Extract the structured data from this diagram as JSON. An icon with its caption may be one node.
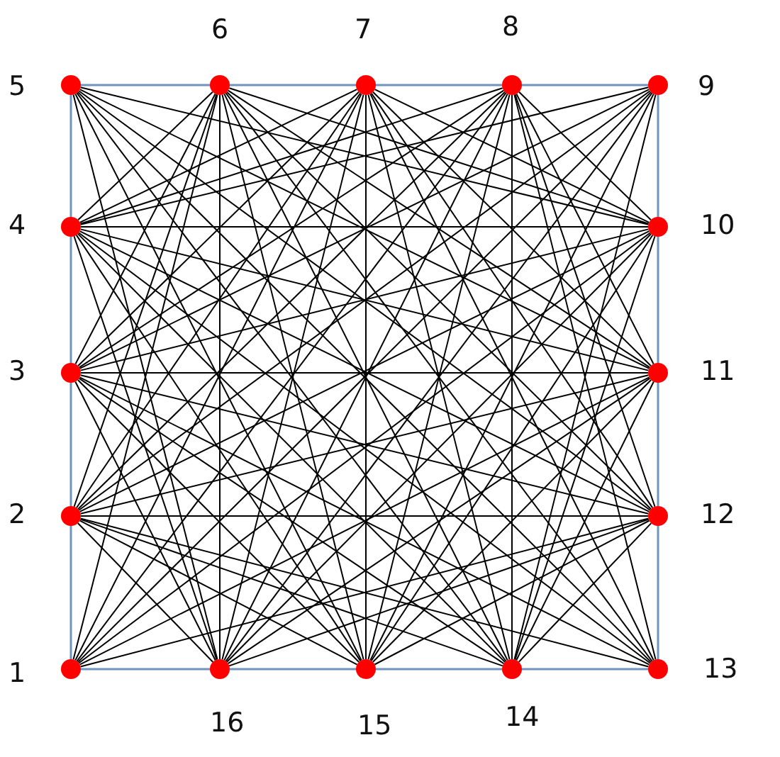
{
  "diagram": {
    "nodes": [
      {
        "text": [
          "1"
        ]
      },
      {
        "text": [
          "2"
        ]
      },
      {
        "text": [
          "3"
        ]
      },
      {
        "text": [
          "4"
        ]
      },
      {
        "text": [
          "5"
        ]
      },
      {
        "text": [
          "6"
        ]
      },
      {
        "text": [
          "7"
        ]
      },
      {
        "text": [
          "8"
        ]
      },
      {
        "text": [
          "9"
        ]
      },
      {
        "text": [
          "10"
        ]
      },
      {
        "text": [
          "11"
        ]
      },
      {
        "text": [
          "12"
        ]
      },
      {
        "text": [
          "13"
        ]
      },
      {
        "text": [
          "14"
        ]
      },
      {
        "text": [
          "15"
        ]
      },
      {
        "text": [
          "16"
        ]
      }
    ],
    "edges": [
      {
        "from": 0,
        "to": 5,
        "arrow": "none"
      },
      {
        "from": 0,
        "to": 6,
        "arrow": "none"
      },
      {
        "from": 0,
        "to": 7,
        "arrow": "none"
      },
      {
        "from": 0,
        "to": 8,
        "arrow": "none"
      },
      {
        "from": 0,
        "to": 9,
        "arrow": "none"
      },
      {
        "from": 0,
        "to": 10,
        "arrow": "none"
      },
      {
        "from": 0,
        "to": 11,
        "arrow": "none"
      },
      {
        "from": 1,
        "to": 5,
        "arrow": "none"
      },
      {
        "from": 1,
        "to": 6,
        "arrow": "none"
      },
      {
        "from": 1,
        "to": 7,
        "arrow": "none"
      },
      {
        "from": 1,
        "to": 8,
        "arrow": "none"
      },
      {
        "from": 1,
        "to": 9,
        "arrow": "none"
      },
      {
        "from": 1,
        "to": 10,
        "arrow": "none"
      },
      {
        "from": 1,
        "to": 11,
        "arrow": "none"
      },
      {
        "from": 1,
        "to": 12,
        "arrow": "none"
      },
      {
        "from": 1,
        "to": 13,
        "arrow": "none"
      },
      {
        "from": 1,
        "to": 14,
        "arrow": "none"
      },
      {
        "from": 1,
        "to": 15,
        "arrow": "none"
      },
      {
        "from": 2,
        "to": 5,
        "arrow": "none"
      },
      {
        "from": 2,
        "to": 6,
        "arrow": "none"
      },
      {
        "from": 2,
        "to": 7,
        "arrow": "none"
      },
      {
        "from": 2,
        "to": 8,
        "arrow": "none"
      },
      {
        "from": 2,
        "to": 9,
        "arrow": "none"
      },
      {
        "from": 2,
        "to": 10,
        "arrow": "none"
      },
      {
        "from": 2,
        "to": 11,
        "arrow": "none"
      },
      {
        "from": 2,
        "to": 12,
        "arrow": "none"
      },
      {
        "from": 2,
        "to": 13,
        "arrow": "none"
      },
      {
        "from": 2,
        "to": 14,
        "arrow": "none"
      },
      {
        "from": 2,
        "to": 15,
        "arrow": "none"
      },
      {
        "from": 3,
        "to": 5,
        "arrow": "none"
      },
      {
        "from": 3,
        "to": 6,
        "arrow": "none"
      },
      {
        "from": 3,
        "to": 7,
        "arrow": "none"
      },
      {
        "from": 3,
        "to": 8,
        "arrow": "none"
      },
      {
        "from": 3,
        "to": 9,
        "arrow": "none"
      },
      {
        "from": 3,
        "to": 10,
        "arrow": "none"
      },
      {
        "from": 3,
        "to": 11,
        "arrow": "none"
      },
      {
        "from": 3,
        "to": 12,
        "arrow": "none"
      },
      {
        "from": 3,
        "to": 13,
        "arrow": "none"
      },
      {
        "from": 3,
        "to": 14,
        "arrow": "none"
      },
      {
        "from": 3,
        "to": 15,
        "arrow": "none"
      },
      {
        "from": 4,
        "to": 9,
        "arrow": "none"
      },
      {
        "from": 4,
        "to": 10,
        "arrow": "none"
      },
      {
        "from": 4,
        "to": 11,
        "arrow": "none"
      },
      {
        "from": 4,
        "to": 12,
        "arrow": "none"
      },
      {
        "from": 4,
        "to": 13,
        "arrow": "none"
      },
      {
        "from": 4,
        "to": 14,
        "arrow": "none"
      },
      {
        "from": 4,
        "to": 15,
        "arrow": "none"
      },
      {
        "from": 5,
        "to": 9,
        "arrow": "none"
      },
      {
        "from": 5,
        "to": 10,
        "arrow": "none"
      },
      {
        "from": 5,
        "to": 11,
        "arrow": "none"
      },
      {
        "from": 5,
        "to": 12,
        "arrow": "none"
      },
      {
        "from": 5,
        "to": 13,
        "arrow": "none"
      },
      {
        "from": 5,
        "to": 14,
        "arrow": "none"
      },
      {
        "from": 5,
        "to": 15,
        "arrow": "none"
      },
      {
        "from": 6,
        "to": 9,
        "arrow": "none"
      },
      {
        "from": 6,
        "to": 10,
        "arrow": "none"
      },
      {
        "from": 6,
        "to": 11,
        "arrow": "none"
      },
      {
        "from": 6,
        "to": 12,
        "arrow": "none"
      },
      {
        "from": 6,
        "to": 13,
        "arrow": "none"
      },
      {
        "from": 6,
        "to": 14,
        "arrow": "none"
      },
      {
        "from": 6,
        "to": 15,
        "arrow": "none"
      },
      {
        "from": 7,
        "to": 9,
        "arrow": "none"
      },
      {
        "from": 7,
        "to": 10,
        "arrow": "none"
      },
      {
        "from": 7,
        "to": 11,
        "arrow": "none"
      },
      {
        "from": 7,
        "to": 12,
        "arrow": "none"
      },
      {
        "from": 7,
        "to": 13,
        "arrow": "none"
      },
      {
        "from": 7,
        "to": 14,
        "arrow": "none"
      },
      {
        "from": 7,
        "to": 15,
        "arrow": "none"
      },
      {
        "from": 8,
        "to": 13,
        "arrow": "none"
      },
      {
        "from": 8,
        "to": 14,
        "arrow": "none"
      },
      {
        "from": 8,
        "to": 15,
        "arrow": "none"
      },
      {
        "from": 9,
        "to": 13,
        "arrow": "none"
      },
      {
        "from": 9,
        "to": 14,
        "arrow": "none"
      },
      {
        "from": 9,
        "to": 15,
        "arrow": "none"
      },
      {
        "from": 10,
        "to": 13,
        "arrow": "none"
      },
      {
        "from": 10,
        "to": 14,
        "arrow": "none"
      },
      {
        "from": 10,
        "to": 15,
        "arrow": "none"
      },
      {
        "from": 11,
        "to": 13,
        "arrow": "none"
      },
      {
        "from": 11,
        "to": 14,
        "arrow": "none"
      },
      {
        "from": 11,
        "to": 15,
        "arrow": "none"
      }
    ]
  }
}
